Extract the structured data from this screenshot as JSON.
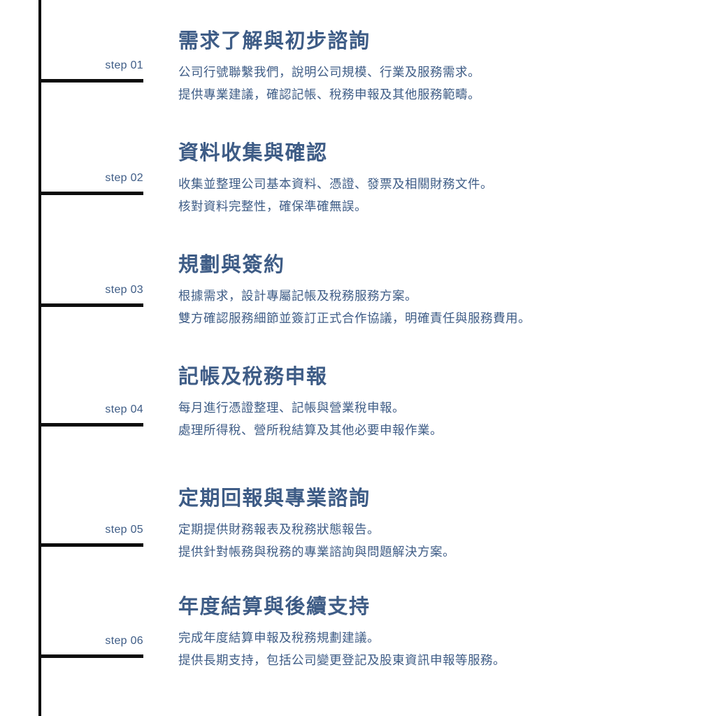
{
  "colors": {
    "text_blue": "#3e5c86",
    "line_black": "#0c0c0c",
    "background": "#ffffff"
  },
  "timeline": {
    "steps": [
      {
        "label": "step 01",
        "title": "需求了解與初步諮詢",
        "desc1": "公司行號聯繫我們，說明公司規模、行業及服務需求。",
        "desc2": "提供專業建議，確認記帳、稅務申報及其他服務範疇。"
      },
      {
        "label": "step 02",
        "title": "資料收集與確認",
        "desc1": "收集並整理公司基本資料、憑證、發票及相關財務文件。",
        "desc2": "核對資料完整性，確保準確無誤。"
      },
      {
        "label": "step 03",
        "title": "規劃與簽約",
        "desc1": "根據需求，設計專屬記帳及稅務服務方案。",
        "desc2": "雙方確認服務細節並簽訂正式合作協議，明確責任與服務費用。"
      },
      {
        "label": "step 04",
        "title": "記帳及稅務申報",
        "desc1": "每月進行憑證整理、記帳與營業稅申報。",
        "desc2": "處理所得稅、營所稅結算及其他必要申報作業。"
      },
      {
        "label": "step 05",
        "title": "定期回報與專業諮詢",
        "desc1": "定期提供財務報表及稅務狀態報告。",
        "desc2": "提供針對帳務與稅務的專業諮詢與問題解決方案。"
      },
      {
        "label": "step 06",
        "title": "年度結算與後續支持",
        "desc1": "完成年度結算申報及稅務規劃建議。",
        "desc2": "提供長期支持，包括公司變更登記及股東資訊申報等服務。"
      }
    ]
  }
}
